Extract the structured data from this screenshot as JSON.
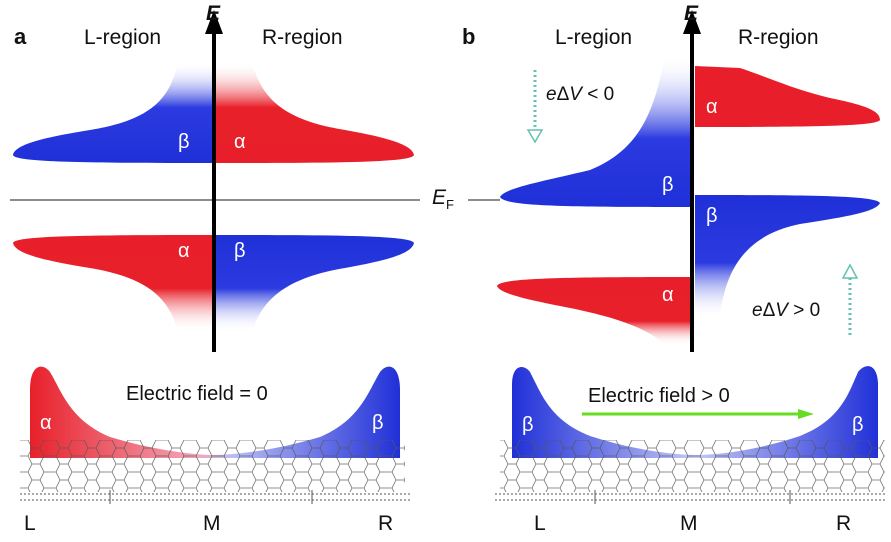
{
  "panels": [
    {
      "letter": "a",
      "left_region": "L-region",
      "right_region": "R-region",
      "axis": "E",
      "dos_labels": {
        "upper_left": "β",
        "upper_right": "α",
        "lower_left": "α",
        "lower_right": "β"
      },
      "field_label": "Electric field = 0",
      "profile_labels": {
        "left": "α",
        "right": "β"
      },
      "ribbon_labels": {
        "left": "L",
        "middle": "M",
        "right": "R"
      }
    },
    {
      "letter": "b",
      "left_region": "L-region",
      "right_region": "R-region",
      "axis": "E",
      "dos_labels": {
        "upper_left": "β",
        "upper_right": "α",
        "mid_right": "β",
        "lower_left": "α"
      },
      "bias_top": {
        "prefix": "e",
        "delta": "Δ",
        "var": "V",
        "rel": " < 0"
      },
      "bias_bottom": {
        "prefix": "e",
        "delta": "Δ",
        "var": "V",
        "rel": " > 0"
      },
      "field_label": "Electric field > 0",
      "profile_labels": {
        "left": "β",
        "right": "β"
      },
      "ribbon_labels": {
        "left": "L",
        "middle": "M",
        "right": "R"
      }
    }
  ],
  "fermi_level": {
    "symbol": "E",
    "subscript": "F"
  },
  "colors": {
    "spin_alpha": "#e8202a",
    "spin_beta": "#2030d8",
    "field_arrow": "#66dd22",
    "bias_arrow": "#66c0b0",
    "fermi_line": "#8c8c8c"
  }
}
